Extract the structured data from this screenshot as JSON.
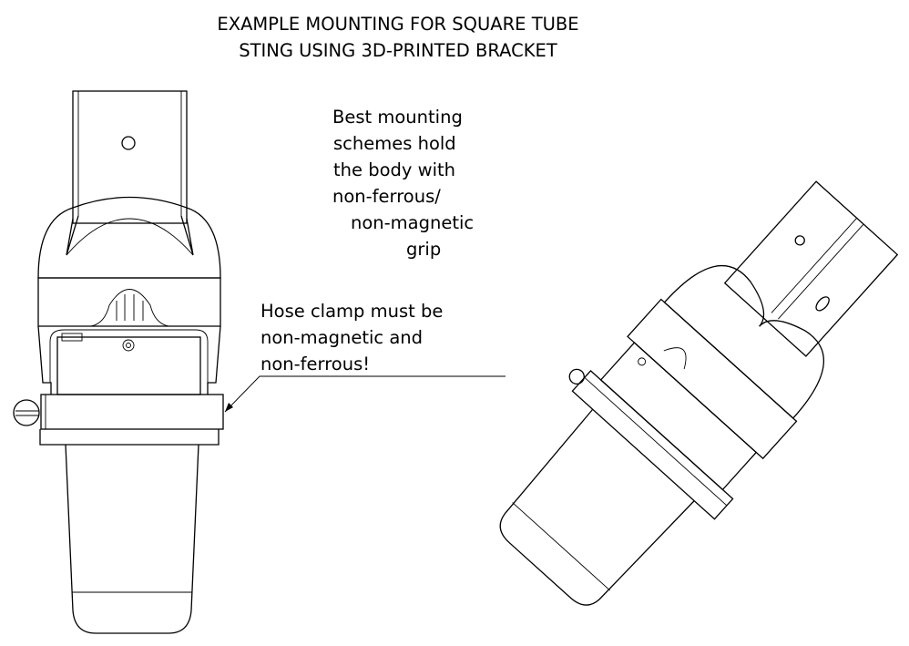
{
  "title": {
    "line1": "EXAMPLE MOUNTING FOR SQUARE TUBE",
    "line2": "STING USING 3D-PRINTED BRACKET"
  },
  "note_grip": {
    "lines": [
      "Best mounting",
      "schemes hold",
      "the body with",
      "non-ferrous/",
      "non-magnetic",
      "grip"
    ]
  },
  "note_clamp": {
    "lines": [
      "Hose clamp must be",
      "non-magnetic and",
      "non-ferrous!"
    ]
  }
}
